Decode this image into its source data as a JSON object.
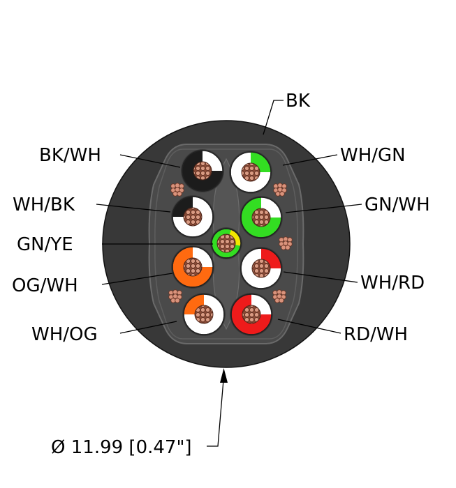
{
  "labels": {
    "jacket": "BK",
    "bk_wh": "BK/WH",
    "wh_bk": "WH/BK",
    "gn_ye": "GN/YE",
    "og_wh": "OG/WH",
    "wh_og": "WH/OG",
    "wh_gn": "WH/GN",
    "gn_wh": "GN/WH",
    "wh_rd": "WH/RD",
    "rd_wh": "RD/WH"
  },
  "dimension": "Ø 11.99 [0.47\"]",
  "colors": {
    "jacket": "#383838",
    "inner": "#4a4a4a",
    "white": "#ffffff",
    "black": "#1c1c1c",
    "green": "#33dd22",
    "yellow": "#f2e600",
    "orange": "#ff6a10",
    "red": "#ee1b1b",
    "copper": "#c47a60"
  }
}
